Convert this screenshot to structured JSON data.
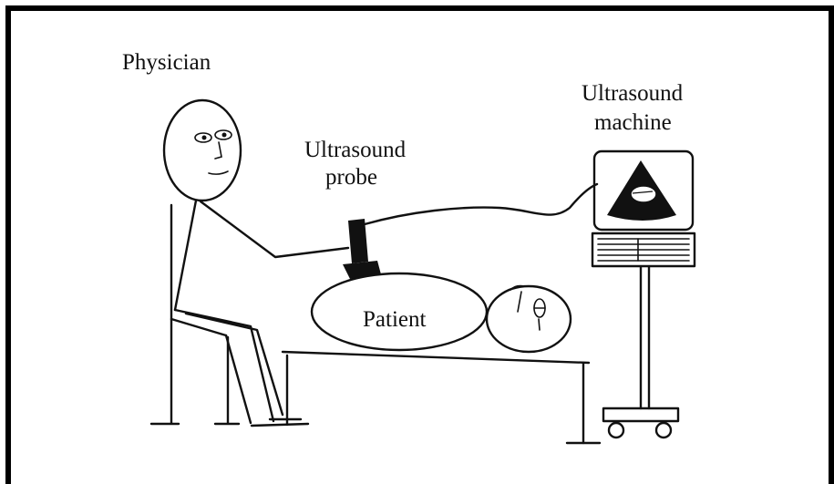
{
  "labels": {
    "physician": "Physician",
    "probe_line1": "Ultrasound",
    "probe_line2": "probe",
    "machine_line1": "Ultrasound",
    "machine_line2": "machine",
    "patient": "Patient"
  },
  "colors": {
    "ink": "#111111",
    "background": "#ffffff",
    "frame": "#000000"
  }
}
